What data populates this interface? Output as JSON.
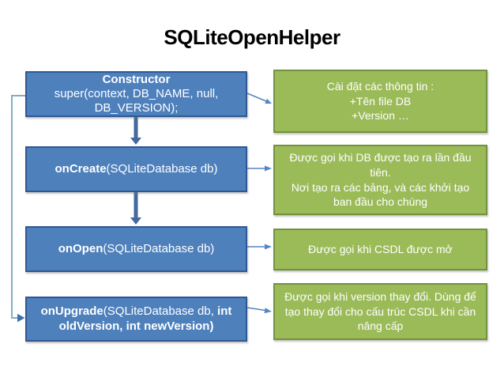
{
  "title": "SQLiteOpenHelper",
  "colors": {
    "background": "#ffffff",
    "title_color": "#000000",
    "box_text": "#ffffff",
    "blue_fill": "#4e80bc",
    "blue_border": "#2e5894",
    "green_fill": "#9bbb59",
    "green_border": "#73923d",
    "flow_arrow": "#44699c",
    "connector_teal": "#7faec4",
    "connector_blue": "#5585c2",
    "connector_arrow_dark": "#3c6fae"
  },
  "flow": {
    "constructor_box": {
      "title": "Constructor",
      "code_line1": "super(context, DB_NAME, null,",
      "code_line2": "DB_VERSION);"
    },
    "oncreate_box": {
      "method": "onCreate",
      "signature": "(SQLiteDatabase db)"
    },
    "onopen_box": {
      "method": "onOpen",
      "signature": "(SQLiteDatabase db)"
    },
    "onupgrade_box": {
      "method": "onUpgrade",
      "signature_mid": "(SQLiteDatabase db, ",
      "signature_bold": "int oldVersion, int newVersion)"
    }
  },
  "notes": {
    "constructor_note": "Cài đặt các thông tin :\n+Tên file DB\n+Version …",
    "oncreate_note": "Được gọi  khi DB được tạo ra lần đầu tiên.\nNơi tạo ra các bảng, và các khởi tạo ban đầu cho chúng",
    "onopen_note": "Được gọi khi CSDL được mở",
    "onupgrade_note": "Được gọi khi version thay đổi. Dùng để tạo thay đổi cho cấu trúc CSDL khi cần nâng cấp"
  }
}
